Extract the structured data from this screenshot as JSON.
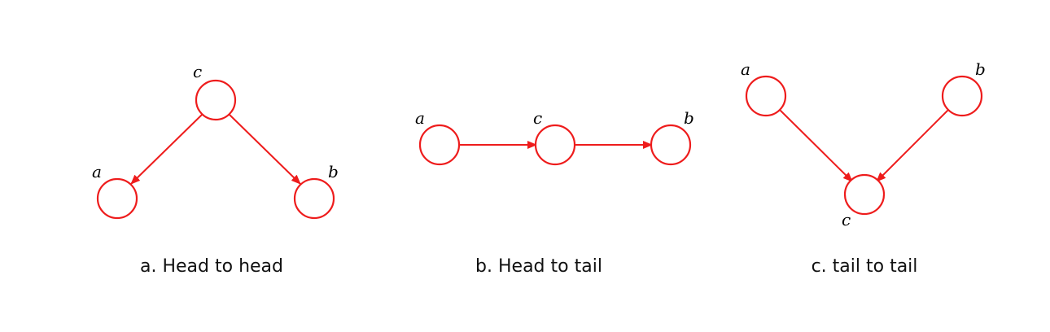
{
  "colors": {
    "node_stroke": "#ee1c1c",
    "edge": "#ee1c1c",
    "label": "#000000",
    "caption": "#111111"
  },
  "diagrams": [
    {
      "id": "head-to-head",
      "caption": "a. Head to head",
      "nodes": [
        {
          "id": "c",
          "label": "c"
        },
        {
          "id": "a",
          "label": "a"
        },
        {
          "id": "b",
          "label": "b"
        }
      ],
      "edges": [
        {
          "from": "c",
          "to": "a"
        },
        {
          "from": "c",
          "to": "b"
        }
      ]
    },
    {
      "id": "head-to-tail",
      "caption": "b. Head to tail",
      "nodes": [
        {
          "id": "a",
          "label": "a"
        },
        {
          "id": "c",
          "label": "c"
        },
        {
          "id": "b",
          "label": "b"
        }
      ],
      "edges": [
        {
          "from": "a",
          "to": "c"
        },
        {
          "from": "c",
          "to": "b"
        }
      ]
    },
    {
      "id": "tail-to-tail",
      "caption": "c. tail to tail",
      "nodes": [
        {
          "id": "a",
          "label": "a"
        },
        {
          "id": "b",
          "label": "b"
        },
        {
          "id": "c",
          "label": "c"
        }
      ],
      "edges": [
        {
          "from": "a",
          "to": "c"
        },
        {
          "from": "b",
          "to": "c"
        }
      ]
    }
  ]
}
